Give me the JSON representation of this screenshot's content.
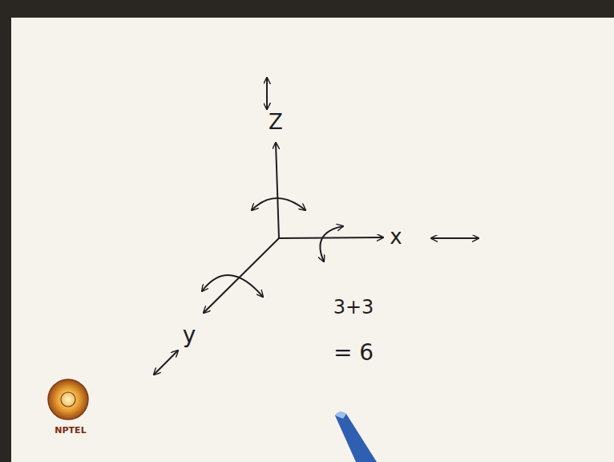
{
  "diagram": {
    "labels": [
      "Z",
      "x",
      "y",
      "3+3",
      "= 6",
      "NPTEL"
    ]
  }
}
